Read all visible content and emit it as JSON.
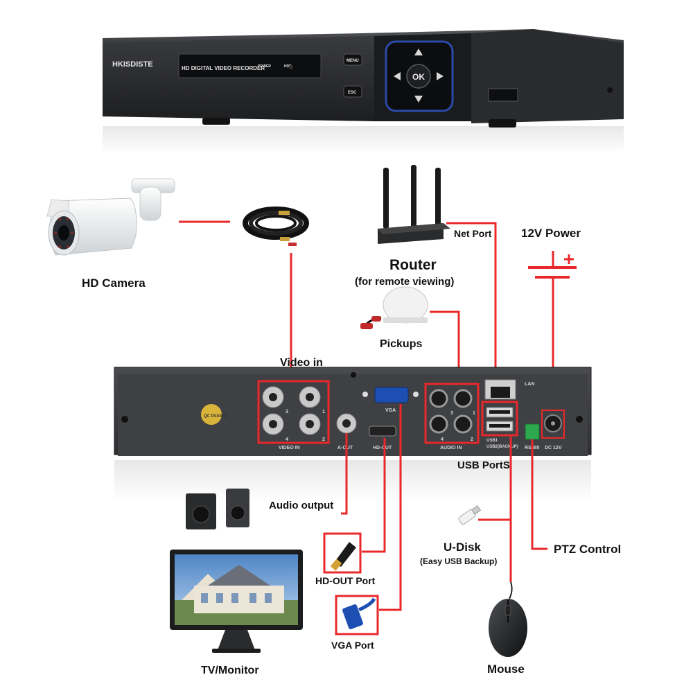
{
  "dvr_front": {
    "brand": "HKISDISTE",
    "display_text": "HD DIGITAL VIDEO RECORDER",
    "power_label": "POWER",
    "hdd_label": "HDD",
    "menu_label": "MENU",
    "esc_label": "ESC",
    "ok_label": "OK"
  },
  "dvr_back": {
    "video_in_label": "VIDEO IN",
    "video_in_numbers": [
      "3",
      "1",
      "4",
      "2"
    ],
    "aout_label": "A-OUT",
    "vga_label": "VGA",
    "hdout_label": "HD-OUT",
    "audio_in_label": "AUDIO IN",
    "audio_in_numbers": [
      "3",
      "1",
      "4",
      "2"
    ],
    "lan_label": "LAN",
    "usb1_label": "USB1",
    "usb2_label": "USB2(BACKUP)",
    "rs485_label": "RS485",
    "dc_label": "DC 12V",
    "qc_label": "QC PASSED"
  },
  "labels": {
    "hd_camera": "HD Camera",
    "video_in": "Video in",
    "router": "Router",
    "router_sub": "(for remote viewing)",
    "net_port": "Net Port",
    "power_12v": "12V Power",
    "pickups": "Pickups",
    "usb_ports": "USB PortS",
    "audio_output": "Audio output",
    "u_disk": "U-Disk",
    "u_disk_sub": "(Easy USB Backup)",
    "ptz_control": "PTZ Control",
    "hd_out_port": "HD-OUT Port",
    "vga_port": "VGA Port",
    "tv_monitor": "TV/Monitor",
    "mouse": "Mouse"
  },
  "colors": {
    "accent": "#e8282b",
    "dvr_body": "#2b2b2d",
    "back_panel": "#3a3b3d"
  }
}
